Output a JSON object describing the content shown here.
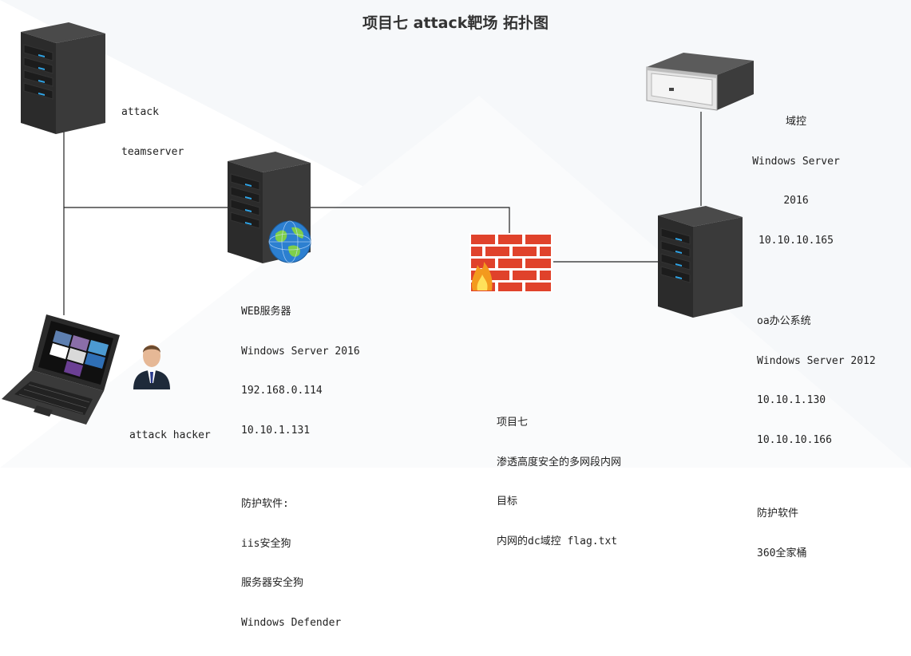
{
  "title": "项目七 attack靶场 拓扑图",
  "nodes": {
    "teamserver": {
      "lines": [
        "attack",
        "teamserver"
      ]
    },
    "hacker": {
      "lines": [
        "attack hacker"
      ]
    },
    "web_server": {
      "lines": [
        "WEB服务器",
        "Windows Server 2016",
        "192.168.0.114",
        "10.10.1.131"
      ],
      "protection_heading": "防护软件:",
      "protection": [
        "iis安全狗",
        "服务器安全狗",
        "Windows Defender"
      ]
    },
    "domain_controller": {
      "lines": [
        "域控",
        "Windows Server",
        "2016",
        "10.10.10.165"
      ]
    },
    "oa_server": {
      "lines": [
        "oa办公系统",
        "Windows Server 2012",
        "10.10.1.130",
        "10.10.10.166"
      ],
      "protection_heading": "防护软件",
      "protection": [
        "360全家桶"
      ]
    }
  },
  "notes": [
    "项目七",
    "渗透高度安全的多网段内网",
    "目标",
    "内网的dc域控 flag.txt"
  ]
}
